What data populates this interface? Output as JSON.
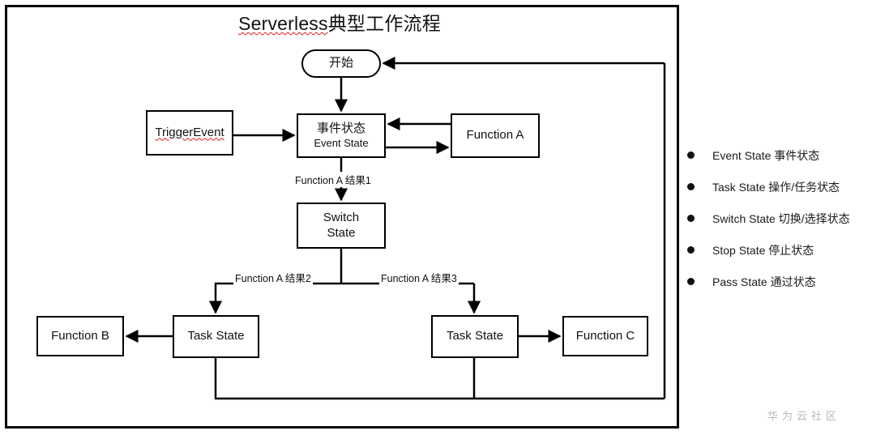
{
  "title": {
    "spell_part": "Serverless",
    "rest_part": "典型工作流程",
    "full": "Serverless典型工作流程"
  },
  "nodes": {
    "start": {
      "label": "开始",
      "shape": "rounded-rect"
    },
    "trigger": {
      "label": "TriggerEvent",
      "shape": "rect"
    },
    "event_state": {
      "label_cn": "事件状态",
      "label_en": "Event State",
      "shape": "rect"
    },
    "function_a": {
      "label": "Function A",
      "shape": "rect"
    },
    "switch_state": {
      "label_line1": "Switch",
      "label_line2": "State",
      "shape": "rect"
    },
    "function_b": {
      "label": "Function B",
      "shape": "rect"
    },
    "task_state_left": {
      "label": "Task State",
      "shape": "rect"
    },
    "task_state_right": {
      "label": "Task State",
      "shape": "rect"
    },
    "function_c": {
      "label": "Function C",
      "shape": "rect"
    }
  },
  "edge_labels": {
    "result1": "Function A 结果1",
    "result2": "Function A 结果2",
    "result3": "Function A 结果3"
  },
  "legend": {
    "items": [
      {
        "label": "Event State 事件状态"
      },
      {
        "label": "Task State 操作/任务状态"
      },
      {
        "label": "Switch State 切换/选择状态"
      },
      {
        "label": "Stop State 停止状态"
      },
      {
        "label": "Pass State 通过状态"
      }
    ]
  },
  "watermark": {
    "text": "华为云社区"
  },
  "colors": {
    "stroke": "#000000",
    "background": "#ffffff",
    "text": "#111111",
    "spellcheck_underline": "#e01b1b",
    "watermark": "#b8b8b8"
  }
}
